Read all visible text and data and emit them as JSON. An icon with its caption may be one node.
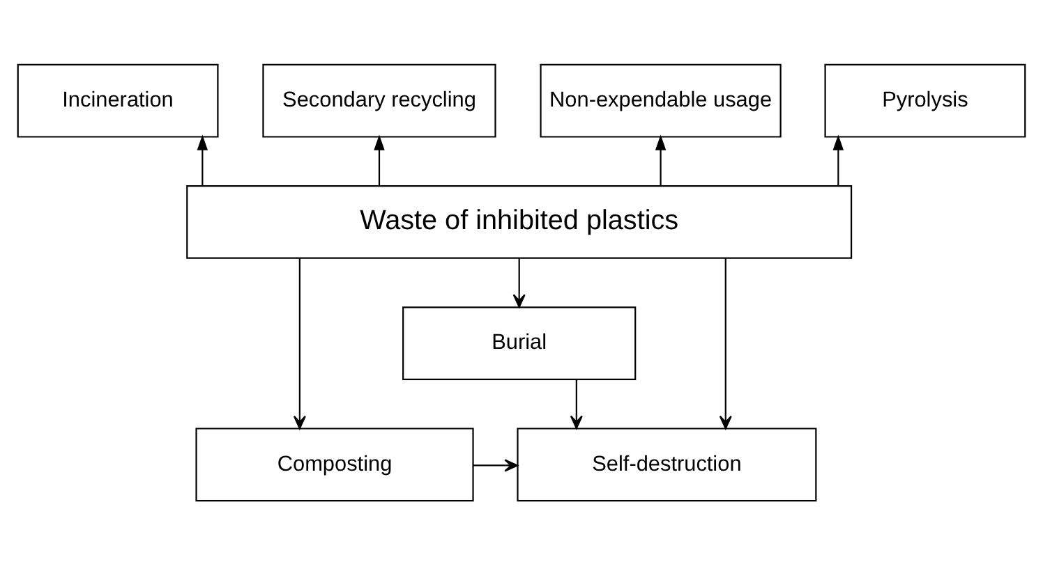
{
  "diagram": {
    "nodes": [
      {
        "text": [
          "Incineration"
        ]
      },
      {
        "text": [
          "Secondary recycling"
        ]
      },
      {
        "text": [
          "Non-expendable usage"
        ]
      },
      {
        "text": [
          "Pyrolysis"
        ]
      },
      {
        "text": [
          "Waste of inhibited plastics"
        ]
      },
      {
        "text": [
          "Burial"
        ]
      },
      {
        "text": [
          "Composting"
        ]
      },
      {
        "text": [
          "Self-destruction"
        ]
      }
    ],
    "edges": [
      {
        "from": 4,
        "to": 0,
        "arrow": "to"
      },
      {
        "from": 4,
        "to": 1,
        "arrow": "to"
      },
      {
        "from": 4,
        "to": 2,
        "arrow": "to"
      },
      {
        "from": 4,
        "to": 3,
        "arrow": "to"
      },
      {
        "from": 4,
        "to": 6,
        "arrow": "to"
      },
      {
        "from": 4,
        "to": 5,
        "arrow": "to"
      },
      {
        "from": 4,
        "to": 7,
        "arrow": "to"
      },
      {
        "from": 5,
        "to": 7,
        "arrow": "to"
      },
      {
        "from": 6,
        "to": 7,
        "arrow": "to"
      }
    ]
  }
}
